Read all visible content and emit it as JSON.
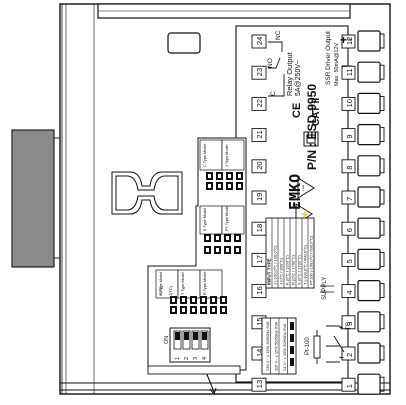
{
  "brand": {
    "name": "EMKO",
    "mark": "CE",
    "model": "P/N : ESD-9950",
    "category": "CAT II"
  },
  "relay": {
    "title": "Relay Output",
    "rating": "5A@250V~",
    "nc": "NC",
    "no": "NO",
    "c": "C"
  },
  "ssr": {
    "title": "SSR Driver Output",
    "rating": "Max. 50mA@12V"
  },
  "top_terminals": [
    "24",
    "23",
    "22",
    "21",
    "20",
    "19",
    "18",
    "17",
    "16",
    "15",
    "14",
    "13"
  ],
  "bottom_terminals": [
    "12",
    "11",
    "10",
    "9",
    "8",
    "7",
    "6",
    "5",
    "4",
    "3",
    "2",
    "1"
  ],
  "input_table": {
    "title": "INPUT TYPE",
    "rows": [
      "J (-100,0°C / 100,0°C)",
      "J (0°C / 800°C)",
      "K (0°C / 1200°C)",
      "R (0°C / 1700°C)",
      "S (0°C / 1700°C)",
      "T (-100,0°C / 400,0°C)",
      "PT100 (-100,0°C / 600,0°C)"
    ]
  },
  "supply_table": {
    "rows": [
      "230 V~ ± 15% 50/60Hz 6VA",
      "115 V~ ± 15% 50/60Hz 6VA",
      "24 V~ ± 15% 50/60Hz 6VA"
    ]
  },
  "sensor": {
    "pt100": "Pt-100",
    "tc": "TC"
  },
  "supply_note": "SUPPLY",
  "dip": {
    "on": "ON",
    "numbers": [
      "1",
      "2",
      "3",
      "4"
    ]
  },
  "jumper_boxes": [
    "C Type Model",
    "J Type Model",
    "K Type Model",
    "PT Type Model",
    "S Type Model",
    "T Type Model",
    "R Type Model"
  ],
  "small_labels": [
    "K(PT)",
    "J(TC)"
  ]
}
